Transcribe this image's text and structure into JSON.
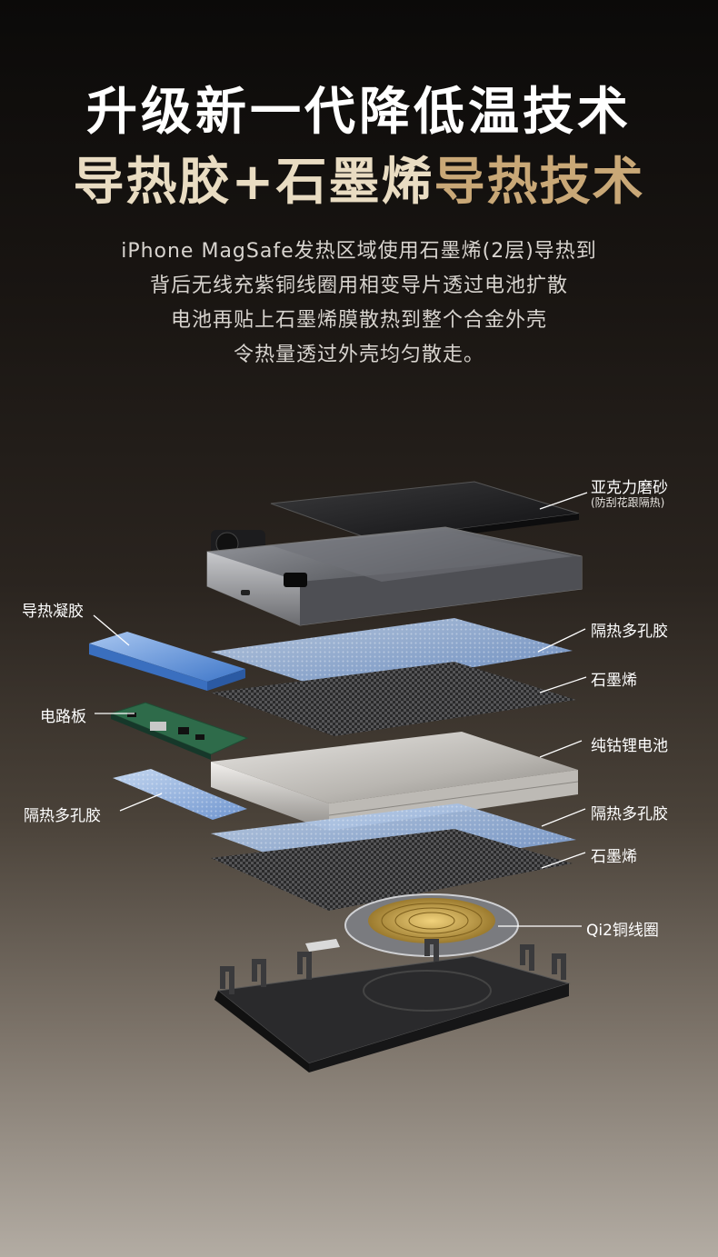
{
  "headline": {
    "line1": "升级新一代降低温技术",
    "line2_part1": "导热胶+石墨烯",
    "line2_part2": "导热技术"
  },
  "description": [
    "iPhone MagSafe发热区域使用石墨烯(2层)导热到",
    "背后无线充紫铜线圈用相变导片透过电池扩散",
    "电池再贴上石墨烯膜散热到整个合金外壳",
    "令热量透过外壳均匀散走。"
  ],
  "labels": {
    "acrylic": "亚克力磨砂",
    "acrylic_note": "(防刮花跟隔热)",
    "thermal_gel": "导热凝胶",
    "insulation_1": "隔热多孔胶",
    "graphene_1": "石墨烯",
    "circuit_board": "电路板",
    "battery": "纯钴锂电池",
    "insulation_left": "隔热多孔胶",
    "insulation_2": "隔热多孔胶",
    "graphene_2": "石墨烯",
    "coil": "Qi2铜线圈"
  },
  "colors": {
    "accent_gold": "#c9a877",
    "accent_cream": "#e9dcc2",
    "gel_blue": "#6f9fdc",
    "copper": "#c7a24a"
  }
}
